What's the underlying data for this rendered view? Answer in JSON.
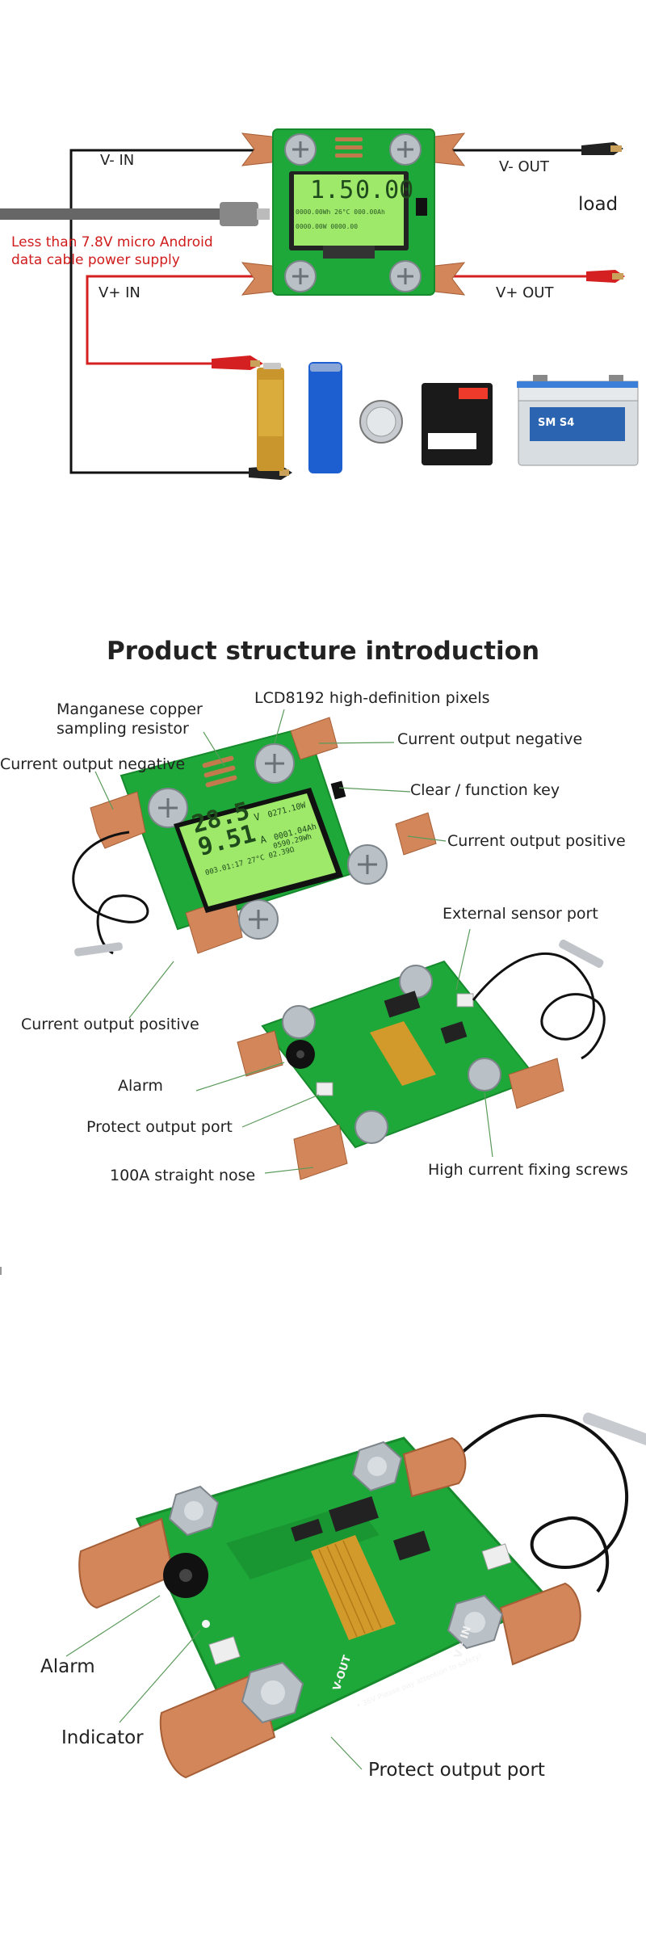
{
  "section1": {
    "labels": {
      "v_minus_in": "V- IN",
      "v_minus_out": "V- OUT",
      "v_plus_in": "V+ IN",
      "v_plus_out": "V+ OUT",
      "load": "load",
      "power_note_line1": "Less than 7.8V micro Android",
      "power_note_line2": "data cable power supply"
    },
    "lcd": {
      "voltage": "1.5",
      "current": "0.00",
      "row2": "0000.00Wh 26°C 000.00Ah",
      "row3": "0000.00W 0000.00"
    },
    "battery_label": "SM S4",
    "wire_colors": {
      "negative": "#111111",
      "positive": "#d42020"
    }
  },
  "section2": {
    "title": "Product structure introduction",
    "labels": {
      "manganese_line1": "Manganese copper",
      "manganese_line2": "sampling resistor",
      "lcd_pixels": "LCD8192 high-definition pixels",
      "current_output_negative_left": "Current output negative",
      "current_output_negative_right": "Current output negative",
      "clear_key": "Clear / function key",
      "current_output_positive_right": "Current output positive",
      "external_sensor": "External sensor port",
      "current_output_positive_left": "Current output positive",
      "alarm": "Alarm",
      "protect_output": "Protect output port",
      "straight_nose": "100A straight nose",
      "fixing_screws": "High current fixing screws"
    },
    "lcd": {
      "big1": "28.5",
      "unit1": "V",
      "big2": "9.51",
      "unit2": "A",
      "small1": "0271.10W",
      "small2": "0001.04Ah",
      "small3": "0590.29Wh",
      "small4": "003.01:17 27°C 02.39Ω"
    }
  },
  "section3": {
    "labels": {
      "alarm": "Alarm",
      "indicator": "Indicator",
      "protect_output": "Protect output port"
    },
    "warning": "• 36V Please pay attention to safety!",
    "pcb_vout": "V-OUT",
    "pcb_vin": "V+ IN"
  },
  "colors": {
    "pcb_green": "#1fa83a",
    "pcb_dark": "#168a2c",
    "copper": "#d2865a",
    "lcd_green": "#9ee86a",
    "steel": "#b9c0c6"
  }
}
